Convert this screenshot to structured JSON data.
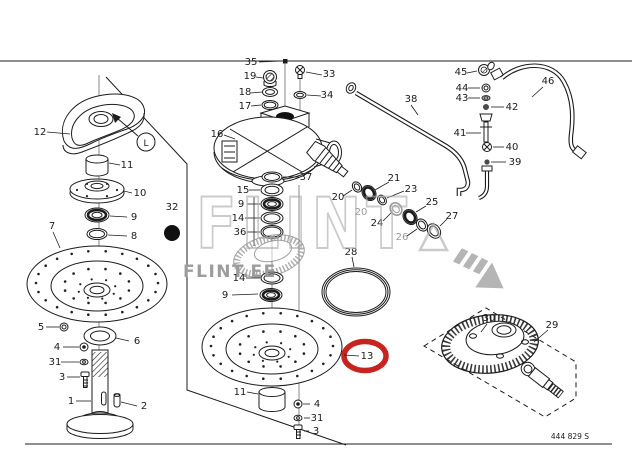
{
  "figure": {
    "doc_number": "444 829 S",
    "type_label": "exploded-parts-diagram"
  },
  "watermark": {
    "logo": "FLINT",
    "site": "FLINT.EE"
  },
  "colors": {
    "highlight_red": "#c8241f",
    "watermark_gray": "#a9a9a9",
    "line": "#1c1c1c"
  },
  "callouts": {
    "n1": "1",
    "n2": "2",
    "n3": "3",
    "n4": "4",
    "n5": "5",
    "n6": "6",
    "n7": "7",
    "n8": "8",
    "n9": "9",
    "n10": "10",
    "n11": "11",
    "n12": "12",
    "n13": "13",
    "n14": "14",
    "n15": "15",
    "n16": "16",
    "n17": "17",
    "n18": "18",
    "n19": "19",
    "n20": "20",
    "n21": "21",
    "n23": "23",
    "n24": "24",
    "n25": "25",
    "n26": "26",
    "n27": "27",
    "n28": "28",
    "n29": "29",
    "n30": "30",
    "n31": "31",
    "n32": "32",
    "n33": "33",
    "n34": "34",
    "n35": "35",
    "n36": "36",
    "n37": "37",
    "n38": "38",
    "n39": "39",
    "n40": "40",
    "n41": "41",
    "n42": "42",
    "n43": "43",
    "n44": "44",
    "n45": "45",
    "n46": "46",
    "L": "L"
  }
}
